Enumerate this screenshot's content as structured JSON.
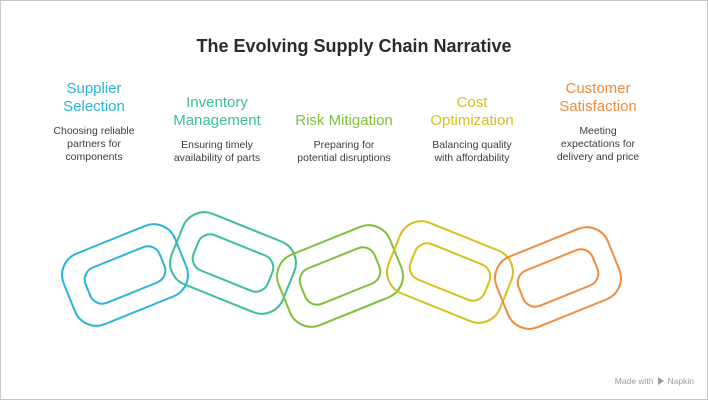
{
  "title": "The Evolving Supply Chain Narrative",
  "steps": [
    {
      "title_lines": [
        "Supplier",
        "Selection"
      ],
      "desc_lines": [
        "Choosing reliable",
        "partners for",
        "components"
      ],
      "color": "#29b5d8"
    },
    {
      "title_lines": [
        "Inventory",
        "Management"
      ],
      "desc_lines": [
        "Ensuring timely",
        "availability of parts"
      ],
      "color": "#3cbf95"
    },
    {
      "title_lines": [
        "Risk Mitigation"
      ],
      "desc_lines": [
        "Preparing for",
        "potential disruptions"
      ],
      "color": "#7fbf3a"
    },
    {
      "title_lines": [
        "Cost",
        "Optimization"
      ],
      "desc_lines": [
        "Balancing quality",
        "with affordability"
      ],
      "color": "#d6c11c"
    },
    {
      "title_lines": [
        "Customer",
        "Satisfaction"
      ],
      "desc_lines": [
        "Meeting",
        "expectations for",
        "delivery and price"
      ],
      "color": "#ef8c3f"
    }
  ],
  "watermark": {
    "prefix": "Made with",
    "brand": "Napkin"
  }
}
